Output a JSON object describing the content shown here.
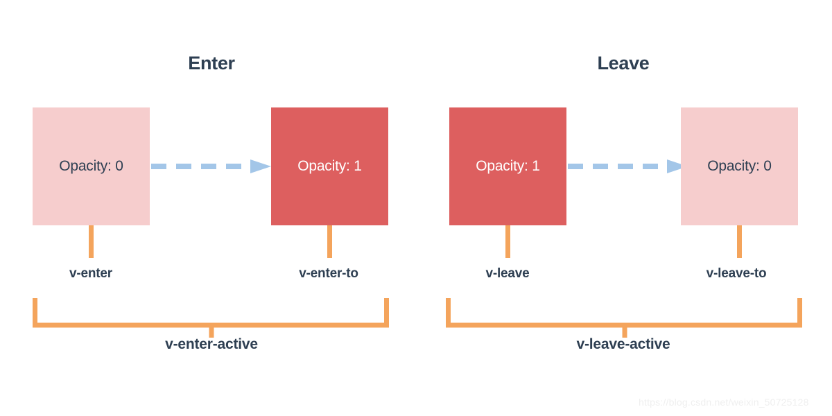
{
  "colors": {
    "background": "#ffffff",
    "box_light": "#f6cdcd",
    "box_dark": "#dd5f5f",
    "arrow_blue": "#a3c6e8",
    "orange": "#f4a45c",
    "text_dark": "#2e3f52",
    "text_light": "#ffffff",
    "watermark": "#efefef"
  },
  "diagram": {
    "title_enter": "Enter",
    "title_leave": "Leave",
    "groups": [
      {
        "name": "enter",
        "title": "Enter",
        "start_box": {
          "opacity_text": "Opacity: 0",
          "fill": "light",
          "class_label": "v-enter"
        },
        "end_box": {
          "opacity_text": "Opacity: 1",
          "fill": "dark",
          "class_label": "v-enter-to"
        },
        "arrow": {
          "style": "dashed",
          "direction": "right",
          "dash_count": 5,
          "icon": "dashed-arrow-right-icon"
        },
        "bracket_label": "v-enter-active"
      },
      {
        "name": "leave",
        "title": "Leave",
        "start_box": {
          "opacity_text": "Opacity: 1",
          "fill": "dark",
          "class_label": "v-leave"
        },
        "end_box": {
          "opacity_text": "Opacity: 0",
          "fill": "light",
          "class_label": "v-leave-to"
        },
        "arrow": {
          "style": "dashed",
          "direction": "right",
          "dash_count": 5,
          "icon": "dashed-arrow-right-icon"
        },
        "bracket_label": "v-leave-active"
      }
    ]
  },
  "watermark": {
    "text": "https://blog.csdn.net/weixin_50725128"
  }
}
